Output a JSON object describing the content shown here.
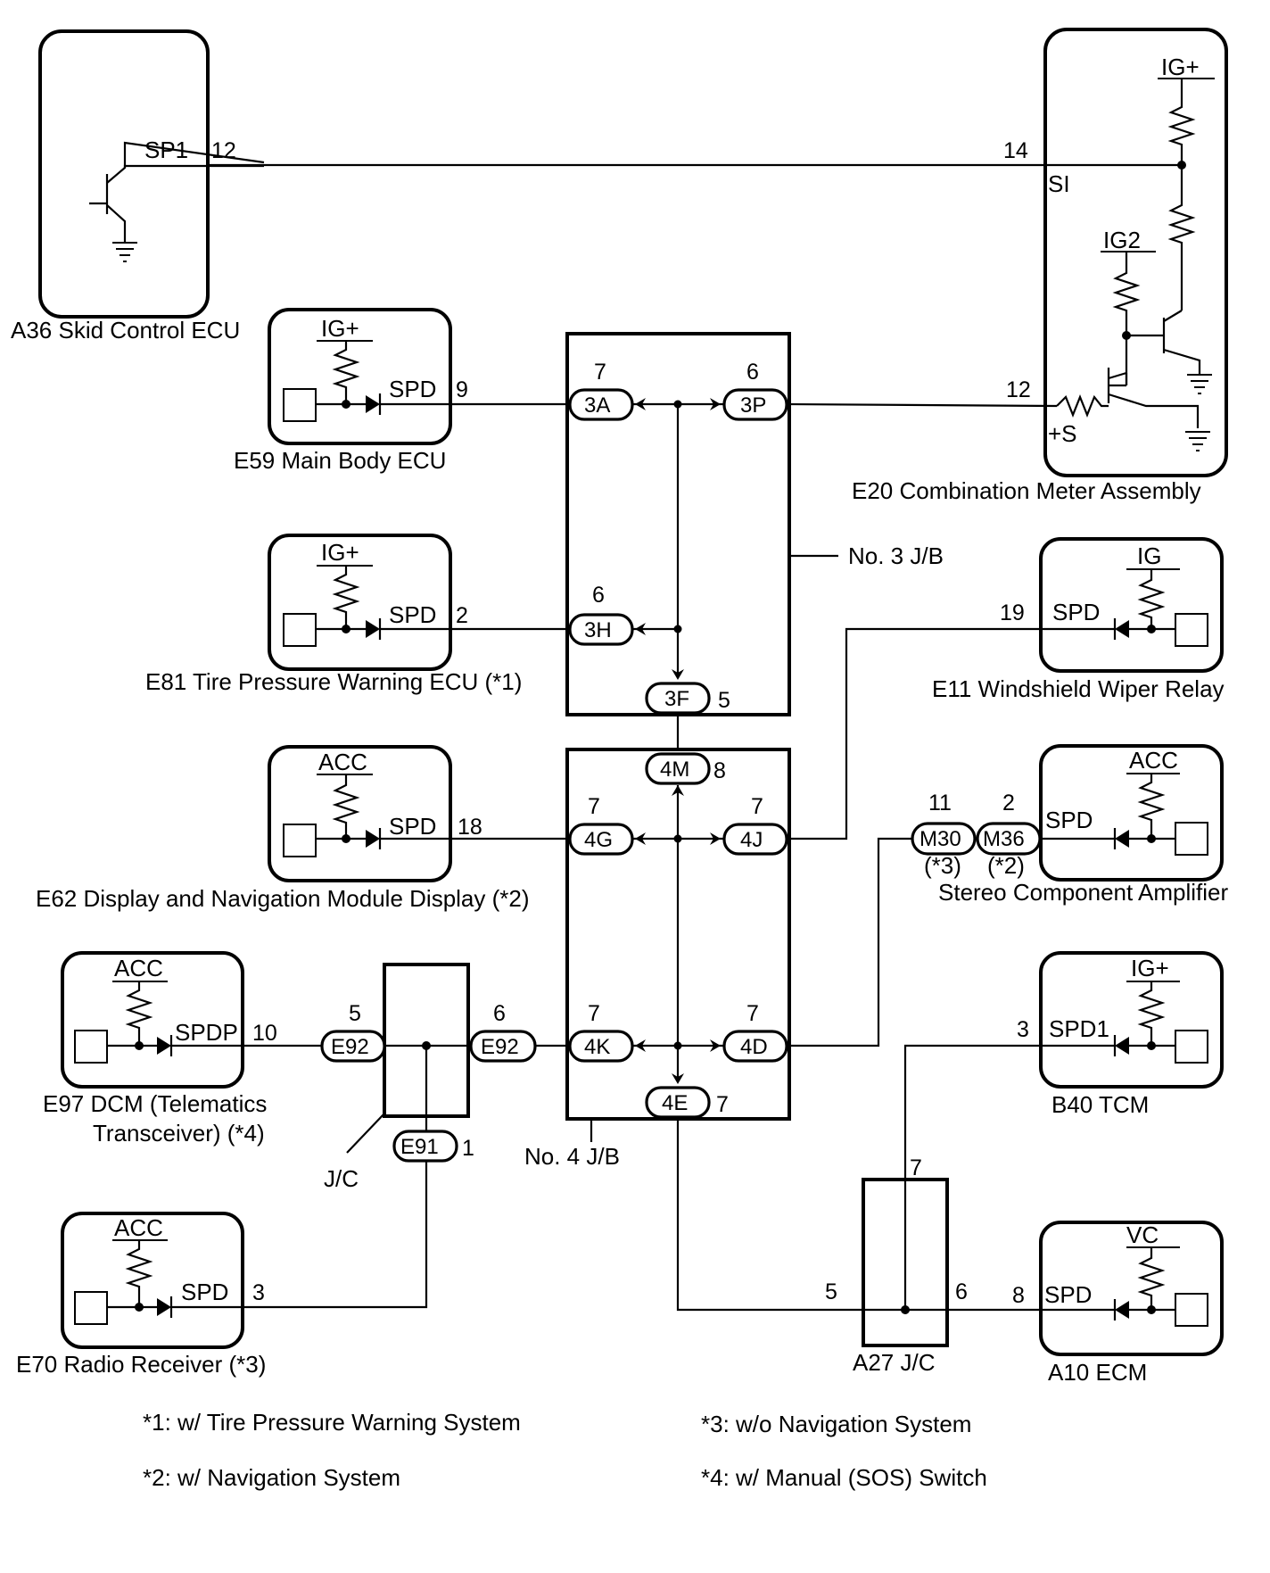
{
  "components": {
    "a36": {
      "name": "A36 Skid Control ECU",
      "terminal": "SP1",
      "pin": "12"
    },
    "e20": {
      "name": "E20 Combination Meter Assembly",
      "term_si": "SI",
      "pin_si": "14",
      "term_s": "+S",
      "pin_s": "12",
      "supply_top": "IG+",
      "supply_mid": "IG2"
    },
    "e59": {
      "name": "E59 Main Body ECU",
      "supply": "IG+",
      "terminal": "SPD",
      "pin": "9"
    },
    "e81": {
      "name": "E81 Tire Pressure Warning ECU (*1)",
      "supply": "IG+",
      "terminal": "SPD",
      "pin": "2"
    },
    "e62": {
      "name": "E62 Display and Navigation Module Display (*2)",
      "supply": "ACC",
      "terminal": "SPD",
      "pin": "18"
    },
    "e97": {
      "name_line1": "E97 DCM (Telematics",
      "name_line2": "Transceiver) (*4)",
      "supply": "ACC",
      "terminal": "SPDP",
      "pin": "10"
    },
    "e70": {
      "name": "E70 Radio Receiver (*3)",
      "supply": "ACC",
      "terminal": "SPD",
      "pin": "3"
    },
    "e11": {
      "name": "E11 Windshield Wiper Relay",
      "supply": "IG",
      "terminal": "SPD",
      "pin": "19"
    },
    "amp": {
      "name": "Stereo Component Amplifier",
      "supply": "ACC",
      "terminal": "SPD",
      "pin": "2",
      "pin2": "11",
      "conn1": "M30",
      "conn2": "M36",
      "note1": "(*3)",
      "note2": "(*2)"
    },
    "b40": {
      "name": "B40 TCM",
      "supply": "IG+",
      "terminal": "SPD1",
      "pin": "3"
    },
    "a10": {
      "name": "A10 ECM",
      "supply": "VC",
      "terminal": "SPD",
      "pin": "8"
    }
  },
  "junctions": {
    "jb3": {
      "label": "No. 3 J/B"
    },
    "jb4": {
      "label": "No. 4 J/B"
    },
    "jc": {
      "label": "J/C"
    },
    "a27": {
      "label": "A27 J/C",
      "pin_in": "7",
      "pin_left": "5",
      "pin_right": "6"
    }
  },
  "connectors": {
    "c3A": {
      "id": "3A",
      "pin": "7"
    },
    "c3P": {
      "id": "3P",
      "pin": "6"
    },
    "c3H": {
      "id": "3H",
      "pin": "6"
    },
    "c3F": {
      "id": "3F",
      "pin": "5"
    },
    "c4M": {
      "id": "4M",
      "pin": "8"
    },
    "c4G": {
      "id": "4G",
      "pin": "7"
    },
    "c4J": {
      "id": "4J",
      "pin": "7"
    },
    "c4K": {
      "id": "4K",
      "pin": "7"
    },
    "c4D": {
      "id": "4D",
      "pin": "7"
    },
    "c4E": {
      "id": "4E",
      "pin": "7"
    },
    "e92a": {
      "id": "E92",
      "pin": "5"
    },
    "e92b": {
      "id": "E92",
      "pin": "6"
    },
    "e91": {
      "id": "E91",
      "pin": "1"
    }
  },
  "notes": [
    "*1: w/ Tire Pressure Warning System",
    "*2: w/ Navigation System",
    "*3: w/o Navigation System",
    "*4: w/ Manual (SOS) Switch"
  ]
}
